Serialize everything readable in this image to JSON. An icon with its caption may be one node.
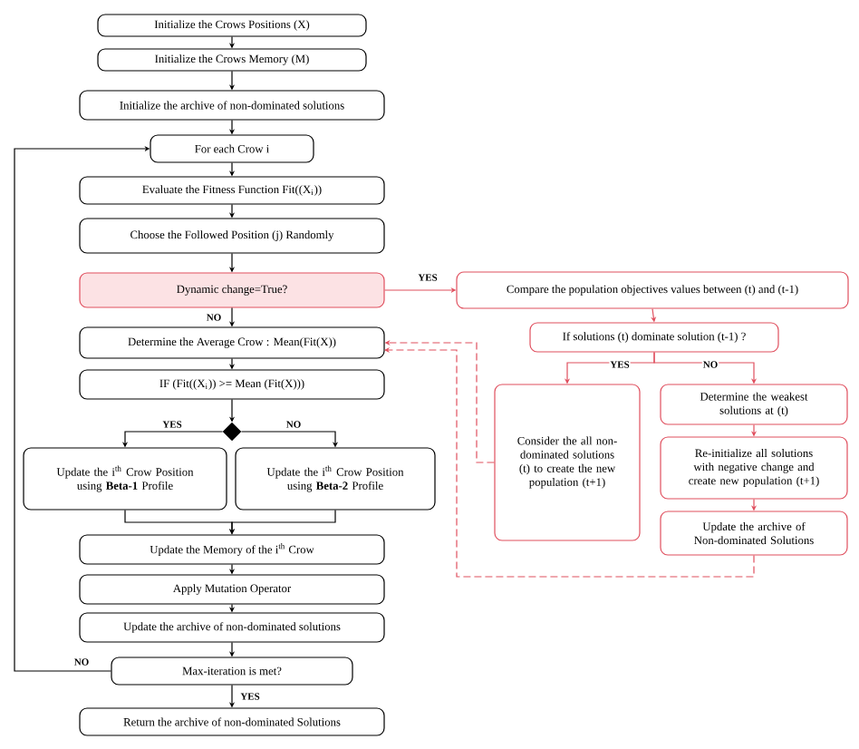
{
  "diagram": {
    "nodes": [
      {
        "text": [
          "Initialize the Crows Positions (X)"
        ]
      },
      {
        "text": [
          "Initialize the Crows Memory (M)"
        ]
      },
      {
        "text": [
          "Initialize the archive of non-dominated solutions"
        ]
      },
      {
        "text": [
          "For each Crow i"
        ]
      },
      {
        "text": [
          "Evaluate the Fitness Function Fit((X$_{i}$))"
        ]
      },
      {
        "text": [
          "Choose the Followed Position (j) Randomly"
        ]
      },
      {
        "text": [
          "Dynamic change=True?"
        ]
      },
      {
        "text": [
          "Determine the Average Crow : Mean(Fit(X))"
        ]
      },
      {
        "text": [
          "IF (Fit((X$_{i}$)) >= Mean (Fit(X)))"
        ]
      },
      {
        "text": [],
        "shape": "diamond"
      },
      {
        "text": [
          "Update the i$^{th}$ Crow Position using **Beta-1** Profile"
        ]
      },
      {
        "text": [
          "Update the i$^{th}$ Crow Position using **Beta-2** Profile"
        ]
      },
      {
        "text": [
          "Update the Memory of the i$^{th}$ Crow"
        ]
      },
      {
        "text": [
          "Apply Mutation Operator"
        ]
      },
      {
        "text": [
          "Update the archive of non-dominated solutions"
        ]
      },
      {
        "text": [
          "Max-iteration is met?"
        ]
      },
      {
        "text": [
          "Return the archive of non-dominated Solutions"
        ]
      },
      {
        "text": [
          "Compare the population objectives values between (t) and (t-1)"
        ]
      },
      {
        "text": [
          "If solutions (t) dominate solution (t-1) ?"
        ]
      },
      {
        "text": [
          "Consider the all non-dominated solutions (t) to create the new population (t+1)"
        ]
      },
      {
        "text": [
          "Determine the weakest solutions at (t)"
        ]
      },
      {
        "text": [
          "Re-initialize all solutions with negative change and create new population (t+1)"
        ]
      },
      {
        "text": [
          "Update the archive of Non-dominated Solutions"
        ]
      }
    ],
    "edges": [
      {
        "from": 0,
        "to": 1,
        "arrow": "to"
      },
      {
        "from": 1,
        "to": 2,
        "arrow": "to"
      },
      {
        "from": 2,
        "to": 3,
        "arrow": "to"
      },
      {
        "from": 3,
        "to": 4,
        "arrow": "to"
      },
      {
        "from": 4,
        "to": 5,
        "arrow": "to"
      },
      {
        "from": 5,
        "to": 6,
        "arrow": "to"
      },
      {
        "from": 6,
        "to": 7,
        "arrow": "to",
        "label": "NO"
      },
      {
        "from": 7,
        "to": 8,
        "arrow": "to"
      },
      {
        "from": 8,
        "to": 9,
        "arrow": "to"
      },
      {
        "from": 9,
        "to": 10,
        "arrow": "to",
        "label": "YES"
      },
      {
        "from": 9,
        "to": 11,
        "arrow": "to",
        "label": "NO"
      },
      {
        "from": 10,
        "to": 12,
        "arrow": "to"
      },
      {
        "from": 11,
        "to": 12,
        "arrow": "to"
      },
      {
        "from": 12,
        "to": 13,
        "arrow": "to"
      },
      {
        "from": 13,
        "to": 14,
        "arrow": "to"
      },
      {
        "from": 14,
        "to": 15,
        "arrow": "to"
      },
      {
        "from": 15,
        "to": 16,
        "arrow": "to",
        "label": "YES"
      },
      {
        "from": 15,
        "to": 3,
        "arrow": "to",
        "label": "NO"
      },
      {
        "from": 6,
        "to": 17,
        "arrow": "to",
        "label": "YES",
        "color": "#e0505f"
      },
      {
        "from": 17,
        "to": 18,
        "arrow": "to",
        "color": "#e0505f"
      },
      {
        "from": 18,
        "to": 19,
        "arrow": "to",
        "label": "YES",
        "color": "#e0505f"
      },
      {
        "from": 18,
        "to": 20,
        "arrow": "to",
        "label": "NO",
        "color": "#e0505f"
      },
      {
        "from": 20,
        "to": 21,
        "arrow": "to",
        "color": "#e0505f"
      },
      {
        "from": 21,
        "to": 22,
        "arrow": "to",
        "color": "#e0505f"
      },
      {
        "from": 19,
        "to": 7,
        "arrow": "to",
        "style": "dashed",
        "color": "#e0505f"
      },
      {
        "from": 22,
        "to": 7,
        "arrow": "to",
        "style": "dashed",
        "color": "#e0505f"
      }
    ]
  }
}
